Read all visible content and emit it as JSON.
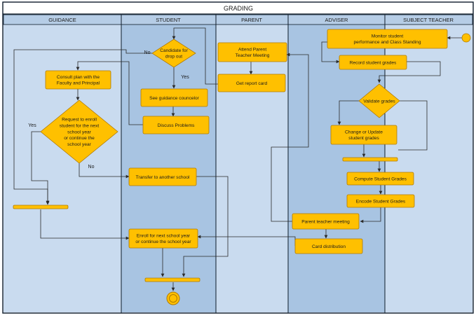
{
  "title": "GRADING",
  "lanes": [
    "GUIDANCE",
    "STUDENT",
    "PARENT",
    "ADVISER",
    "SUBJECT TEACHER"
  ],
  "nodes": {
    "consult_plan": [
      "Consult plan with the",
      "Faculty and Principal"
    ],
    "request_enroll": [
      "Request to enroll",
      "student for the next",
      "school year",
      "or continue the",
      "school year"
    ],
    "candidate_dropout": [
      "Candidate for",
      "drop out"
    ],
    "see_counselor": [
      "See guidance councelor"
    ],
    "discuss_problems": [
      "Discuss Problems"
    ],
    "transfer": [
      "Transfer to another school"
    ],
    "enroll_next": [
      "Enroll for next school year",
      "or continue the school year"
    ],
    "attend_meeting": [
      "Attend Parent",
      "Teacher Meeting"
    ],
    "get_report": [
      "Get report card"
    ],
    "change_update": [
      "Change or Update",
      "student grades"
    ],
    "validate": [
      "Validate grades"
    ],
    "compute": [
      "Compute Student Grades"
    ],
    "encode": [
      "Encode Student Grades"
    ],
    "pt_meeting": [
      "Parent teacher meeting"
    ],
    "card_distribution": [
      "Card distribution"
    ],
    "monitor": [
      "Monitor student",
      "performance and Class Standing"
    ],
    "record": [
      "Record student grades"
    ]
  },
  "edge_labels": {
    "yes_request": "Yes",
    "no_request": "No",
    "no_candidate": "No",
    "yes_candidate": "Yes"
  },
  "colors": {
    "border": "#0d1b2a",
    "header_fill": "#ffffff",
    "lane_header_fill": "#b6cde6",
    "lane_a": "#c9dbef",
    "lane_b": "#a8c4e2",
    "node_fill": "#ffc000",
    "node_stroke": "#b07a00",
    "edge": "#2a2a2a"
  }
}
